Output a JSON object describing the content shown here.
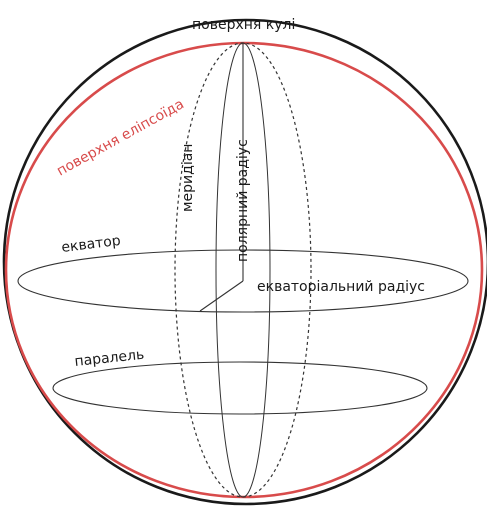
{
  "labels": {
    "sphere_surface": "поверхня кулі",
    "ellipsoid_surface": "поверхня еліпсоїда",
    "meridian": "меридіан",
    "polar_radius": "полярний радіус",
    "equator": "екватор",
    "equatorial_radius": "екваторіальний радіус",
    "parallel": "паралель"
  },
  "colors": {
    "sphere": "#1a1a1a",
    "ellipsoid": "#d84b4b",
    "lines": "#333333"
  }
}
